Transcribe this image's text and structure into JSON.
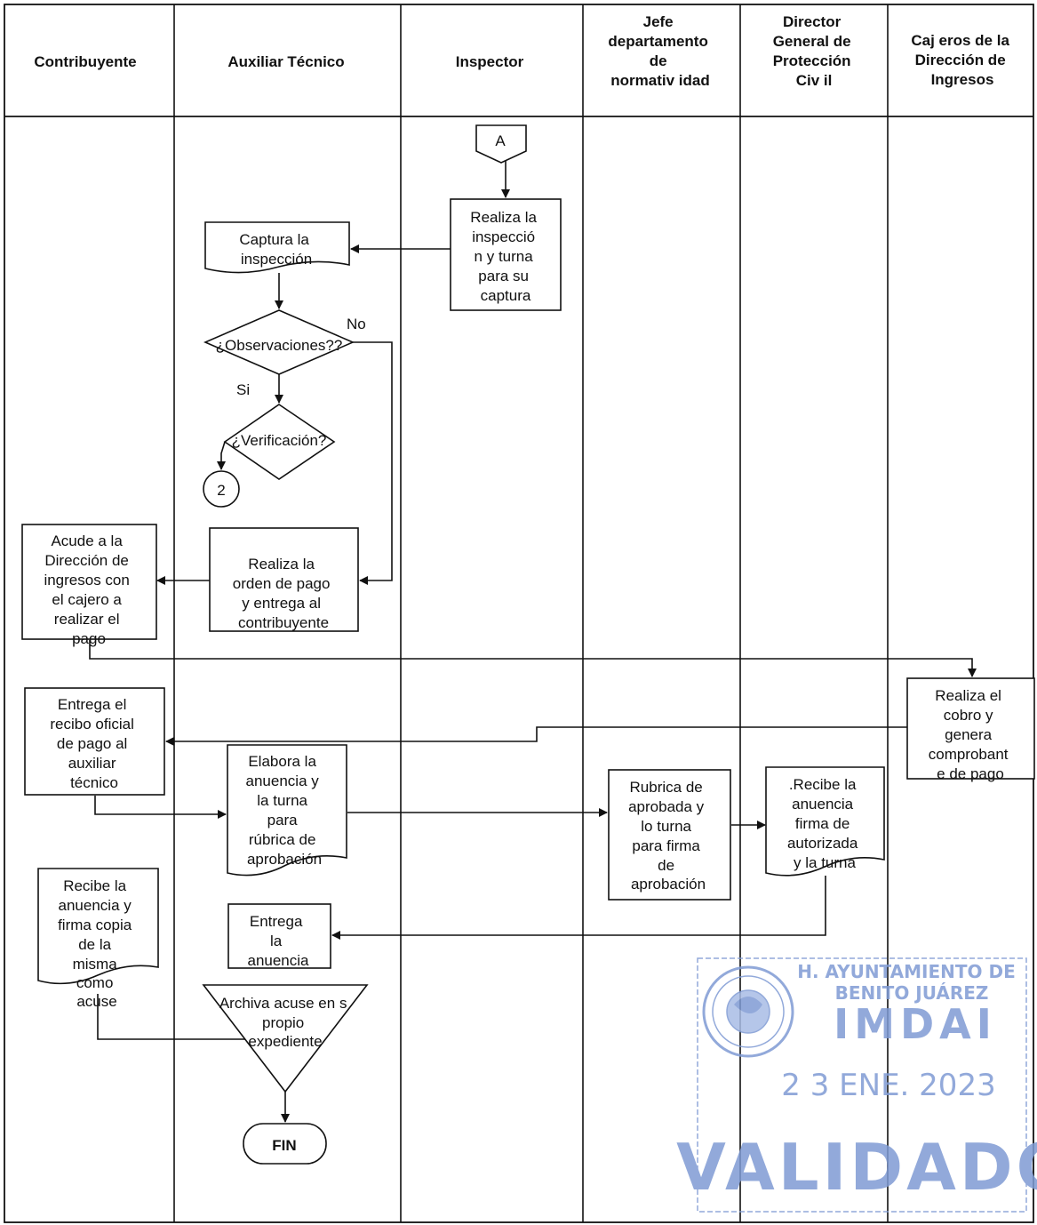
{
  "lanes": [
    {
      "id": "contribuyente",
      "lines": [
        "Contribuyente"
      ]
    },
    {
      "id": "auxiliar",
      "lines": [
        "Auxiliar Técnico"
      ]
    },
    {
      "id": "inspector",
      "lines": [
        "Inspector"
      ]
    },
    {
      "id": "jefe",
      "lines": [
        "Jefe",
        "departamento",
        "de",
        "normativ idad"
      ]
    },
    {
      "id": "director",
      "lines": [
        "Director",
        "General de",
        "Protección",
        "Civ il"
      ]
    },
    {
      "id": "cajeros",
      "lines": [
        "Caj eros de la",
        "Dirección de",
        "Ingresos"
      ]
    }
  ],
  "nodes": {
    "connector_a": "A",
    "realiza_inspeccion": [
      "Realiza la",
      "inspecció",
      "n y turna",
      "para su",
      "captura"
    ],
    "captura_inspeccion": [
      "Captura la",
      "inspección"
    ],
    "observaciones": "¿Observaciones??",
    "label_no": "No",
    "label_si": "Si",
    "verificacion": "¿Verificación?",
    "connector_2": "2",
    "orden_pago": [
      "Realiza la",
      "orden de pago",
      "y entrega al",
      "contribuyente"
    ],
    "acude_direccion": [
      "Acude a la",
      "Dirección de",
      "ingresos con",
      "el cajero a",
      "realizar el",
      "pago"
    ],
    "realiza_cobro": [
      "Realiza el",
      "cobro y",
      "genera",
      "comprobant",
      "e de pago"
    ],
    "entrega_recibo": [
      "Entrega el",
      "recibo oficial",
      "de pago al",
      "auxiliar",
      "técnico"
    ],
    "elabora_anuencia": [
      "Elabora la",
      "anuencia y",
      "la turna",
      "para",
      "rúbrica de",
      "aprobación"
    ],
    "rubrica_aprobada": [
      "Rubrica de",
      "aprobada y",
      "lo turna",
      "para firma",
      "de",
      "aprobación"
    ],
    "recibe_anuencia_director": [
      ".Recibe la",
      "anuencia",
      "firma de",
      "autorizada",
      "y la turna"
    ],
    "entrega_anuencia": [
      "Entrega",
      "la",
      "anuencia"
    ],
    "recibe_anuencia_contribuyente": [
      "Recibe la",
      "anuencia y",
      "firma copia",
      "de la",
      "misma",
      "como",
      "acuse"
    ],
    "archiva_acuse": [
      "Archiva acuse en s",
      "propio",
      "expediente"
    ],
    "fin": "FIN"
  },
  "stamp": {
    "line1": "H. AYUNTAMIENTO DE",
    "line2": "BENITO JUÁREZ",
    "line3": "IMDAI",
    "date": "2 3 ENE. 2023",
    "status": "VALIDADO",
    "color": "#7f9bd4"
  }
}
